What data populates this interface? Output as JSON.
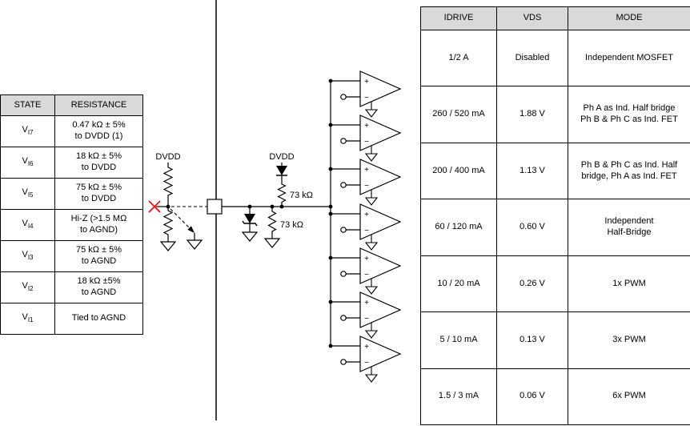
{
  "left_table": {
    "headers": [
      "STATE",
      "RESISTANCE"
    ],
    "rows": [
      {
        "state_base": "V",
        "state_sub": "I7",
        "resistance": "0.47 kΩ ± 5%\nto DVDD (1)"
      },
      {
        "state_base": "V",
        "state_sub": "I6",
        "resistance": "18 kΩ ± 5%\nto DVDD"
      },
      {
        "state_base": "V",
        "state_sub": "I5",
        "resistance": "75 kΩ ± 5%\nto DVDD"
      },
      {
        "state_base": "V",
        "state_sub": "I4",
        "resistance": "Hi-Z (>1.5 MΩ\nto AGND)"
      },
      {
        "state_base": "V",
        "state_sub": "I3",
        "resistance": "75 kΩ ± 5%\nto AGND"
      },
      {
        "state_base": "V",
        "state_sub": "I2",
        "resistance": "18 kΩ ±5%\nto AGND"
      },
      {
        "state_base": "V",
        "state_sub": "I1",
        "resistance": "Tied to AGND"
      }
    ]
  },
  "right_table": {
    "headers": [
      "IDRIVE",
      "VDS",
      "MODE"
    ],
    "rows": [
      {
        "idrive": "1/2 A",
        "vds": "Disabled",
        "mode": "Independent MOSFET"
      },
      {
        "idrive": "260 / 520 mA",
        "vds": "1.88 V",
        "mode": "Ph A as Ind. Half bridge\nPh B & Ph C as Ind. FET"
      },
      {
        "idrive": "200 / 400 mA",
        "vds": "1.13 V",
        "mode": "Ph B & Ph C as Ind. Half\nbridge, Ph A as Ind. FET"
      },
      {
        "idrive": "60 / 120 mA",
        "vds": "0.60 V",
        "mode": "Independent\nHalf-Bridge"
      },
      {
        "idrive": "10 / 20 mA",
        "vds": "0.26 V",
        "mode": "1x PWM"
      },
      {
        "idrive": "5 / 10 mA",
        "vds": "0.13 V",
        "mode": "3x PWM"
      },
      {
        "idrive": "1.5 / 3 mA",
        "vds": "0.06 V",
        "mode": "6x PWM"
      }
    ]
  },
  "circuit": {
    "dvdd_left": "DVDD",
    "dvdd_right": "DVDD",
    "res_top_label": "73 kΩ",
    "res_bottom_label": "73 kΩ",
    "comparator_plus": "+",
    "comparator_minus": "−",
    "wire_color": "#000000",
    "error_marker_color": "#ff0000"
  }
}
